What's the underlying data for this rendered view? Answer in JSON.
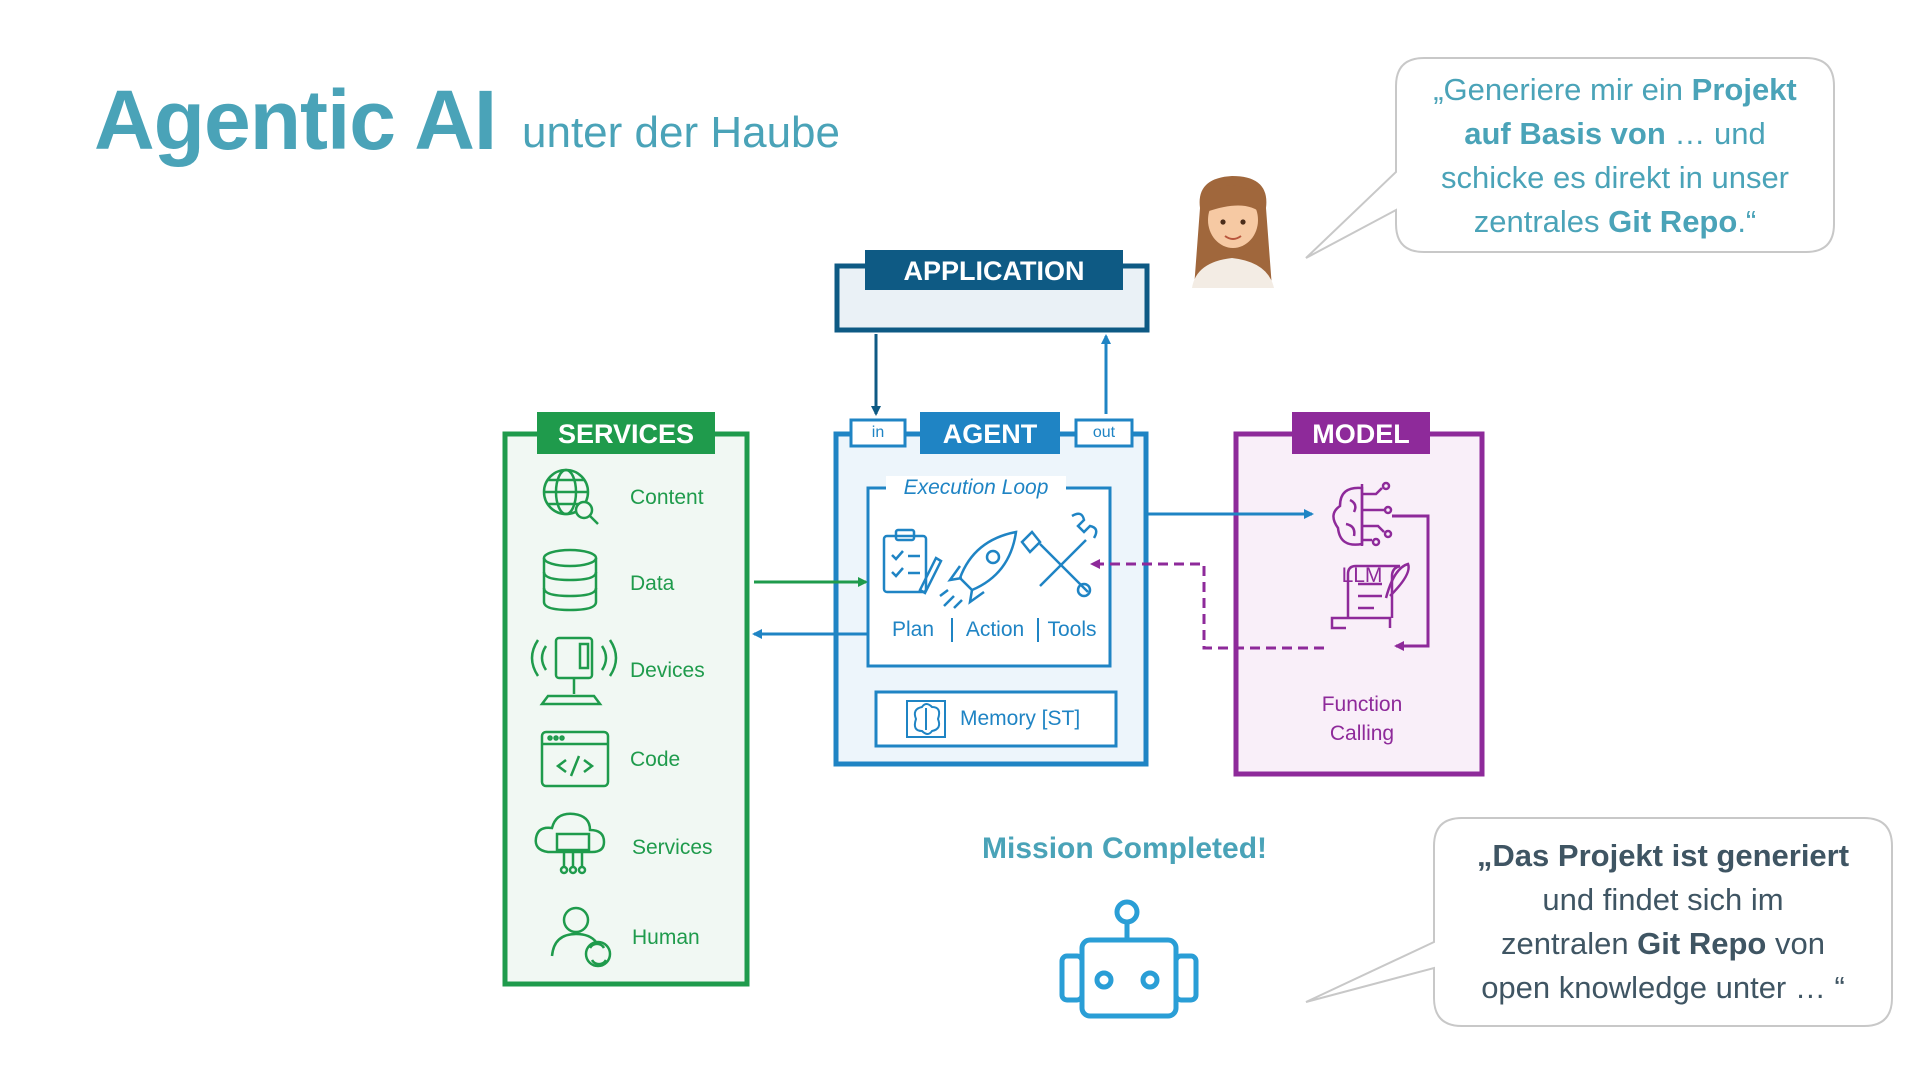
{
  "title": {
    "main": "Agentic AI",
    "sub": "unter der Haube"
  },
  "user_bubble": {
    "line1_a": "„Generiere mir ein ",
    "line1_b": "Projekt",
    "line2_a": "auf Basis von",
    "line2_b": " … und",
    "line3": "schicke es direkt in unser",
    "line4_a": "zentrales ",
    "line4_b": "Git Repo",
    "line4_c": ".“"
  },
  "application": {
    "label": "APPLICATION"
  },
  "agent": {
    "label": "AGENT",
    "in_label": "in",
    "out_label": "out",
    "loop_label": "Execution Loop",
    "steps": [
      "Plan",
      "Action",
      "Tools"
    ],
    "memory_label": "Memory [ST]"
  },
  "services": {
    "label": "SERVICES",
    "items": [
      {
        "label": "Content",
        "icon": "globe-search-icon"
      },
      {
        "label": "Data",
        "icon": "database-icon"
      },
      {
        "label": "Devices",
        "icon": "device-icon"
      },
      {
        "label": "Code",
        "icon": "code-window-icon"
      },
      {
        "label": "Services",
        "icon": "api-cloud-icon"
      },
      {
        "label": "Human",
        "icon": "person-sync-icon"
      }
    ]
  },
  "model": {
    "label": "MODEL",
    "llm_label": "LLM",
    "fc_line1": "Function",
    "fc_line2": "Calling"
  },
  "mission": {
    "label": "Mission Completed!"
  },
  "agent_bubble": {
    "line1": "„Das Projekt ist generiert",
    "line2": "und findet sich im",
    "line3_a": "zentralen ",
    "line3_b": "Git Repo",
    "line3_c": " von",
    "line4": "open knowledge unter … “"
  },
  "colors": {
    "title": "#4aa3b8",
    "services": "#1f9b4c",
    "agent": "#1f84c4",
    "application": "#0e5a84",
    "model": "#8e2a9a",
    "bubble_border": "#c8c8c8"
  }
}
